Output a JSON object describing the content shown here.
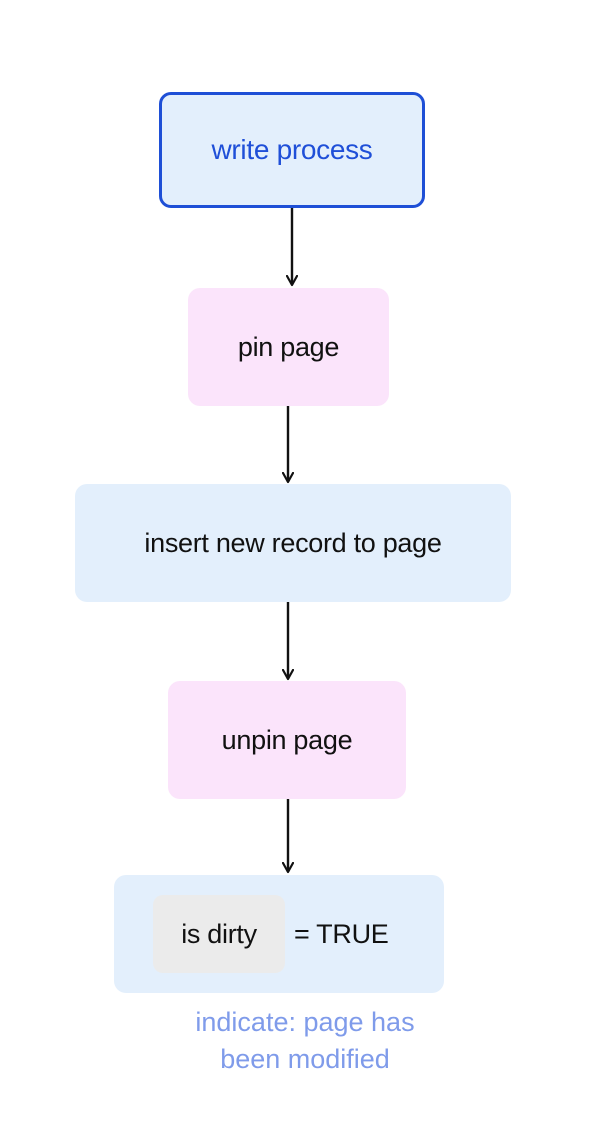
{
  "diagram": {
    "type": "flowchart",
    "nodes": [
      {
        "id": "start",
        "label": "write process"
      },
      {
        "id": "pin",
        "label": "pin page"
      },
      {
        "id": "insert",
        "label": "insert new record to page"
      },
      {
        "id": "unpin",
        "label": "unpin page"
      },
      {
        "id": "dirty",
        "flag_label": "is dirty",
        "assignment": "= TRUE"
      }
    ],
    "edges": [
      {
        "from": "start",
        "to": "pin"
      },
      {
        "from": "pin",
        "to": "insert"
      },
      {
        "from": "insert",
        "to": "unpin"
      },
      {
        "from": "unpin",
        "to": "dirty"
      }
    ],
    "annotation": {
      "line1": "indicate: page has",
      "line2": "been modified"
    },
    "colors": {
      "start_border": "#1e4fd6",
      "start_text": "#1f4fd8",
      "blue_fill": "#e3effc",
      "pink_fill": "#fbe4fb",
      "chip_fill": "#ebebeb",
      "annotation_text": "#7f9bea",
      "arrow": "#111111"
    }
  }
}
